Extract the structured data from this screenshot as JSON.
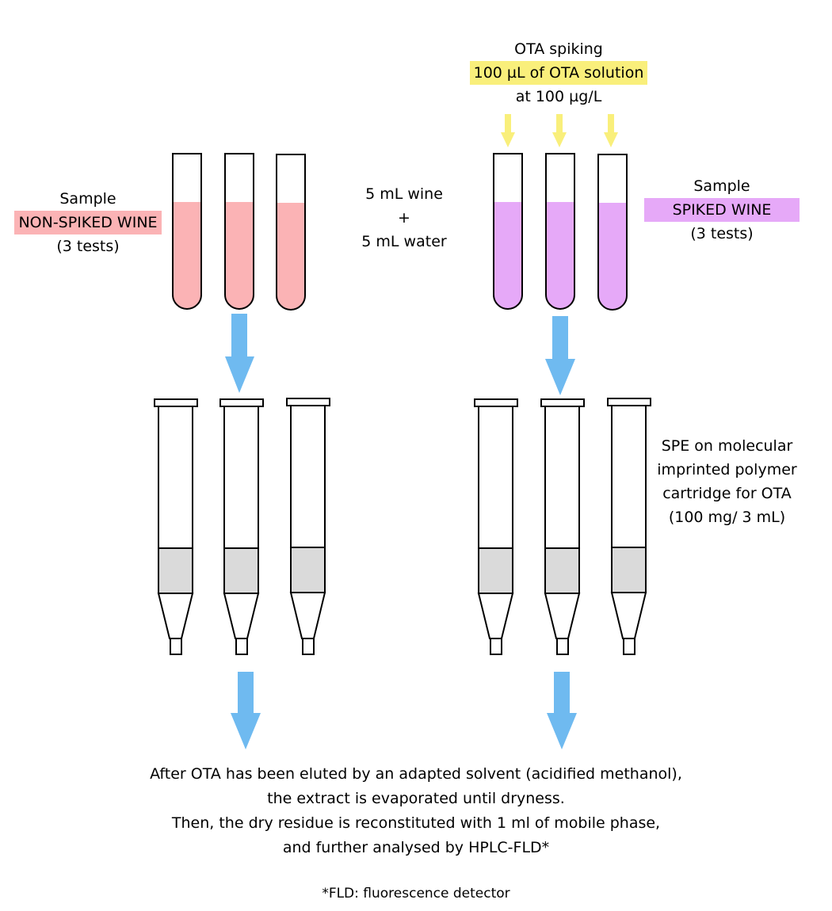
{
  "left_sample": {
    "label": "Sample",
    "highlight": "NON-SPIKED WINE",
    "tests": "(3 tests)"
  },
  "right_sample": {
    "label": "Sample",
    "highlight": "SPIKED WINE",
    "tests": "(3 tests)"
  },
  "mixture": {
    "line1": "5 mL wine",
    "line2": "+",
    "line3": "5 mL water"
  },
  "spiking": {
    "title": "OTA spiking",
    "highlight": "100 µL of OTA solution",
    "concentration": "at 100 µg/L"
  },
  "spe": {
    "line1": "SPE on molecular",
    "line2": "imprinted polymer",
    "line3": "cartridge for OTA",
    "line4": "(100 mg/ 3 mL)"
  },
  "elution": {
    "line1": "After OTA has been eluted by an adapted solvent (acidified methanol),",
    "line2": "the extract is evaporated until dryness.",
    "line3": "Then, the dry residue is reconstituted with 1 ml of mobile phase,",
    "line4": "and further analysed by HPLC-FLD*"
  },
  "footnote": "*FLD: fluorescence detector",
  "colors": {
    "non_spiked_liquid": "#fbb3b5",
    "spiked_liquid": "#e6a9f8",
    "spiking_highlight": "#f9ef7b",
    "spiking_arrow": "#f9ef7b",
    "flow_arrow": "#6fbaf0",
    "sorbent": "#dadada"
  },
  "icons": {
    "test_tube": "test-tube-icon",
    "spe_cartridge": "spe-cartridge-icon",
    "flow_arrow": "down-arrow-icon"
  }
}
